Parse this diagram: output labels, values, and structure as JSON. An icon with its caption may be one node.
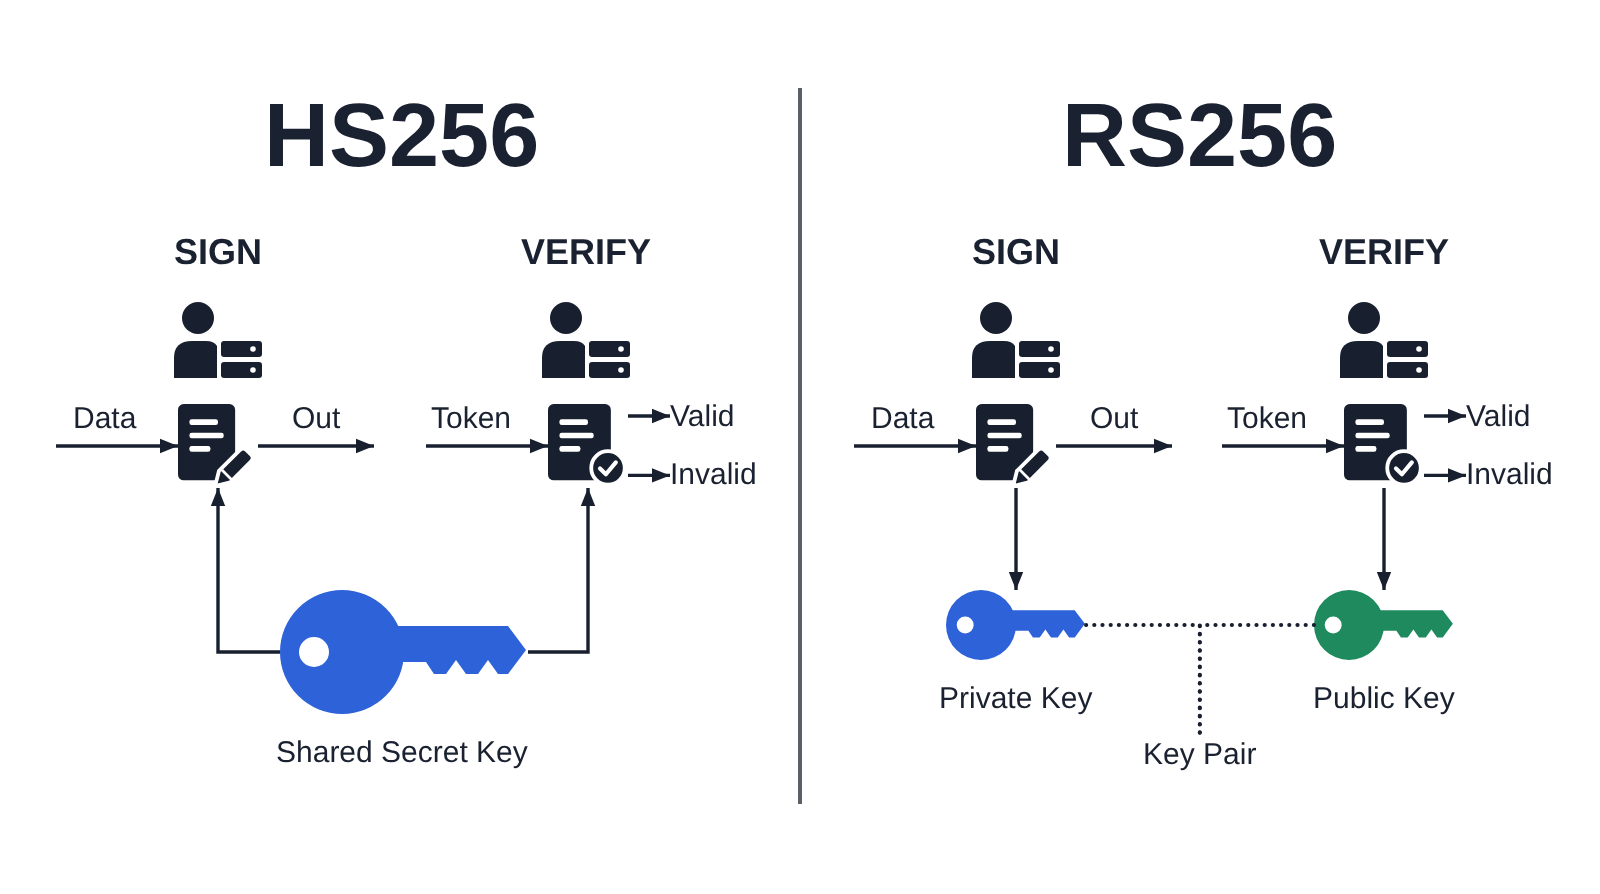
{
  "diagram": {
    "nodes": [
      {
        "text": [],
        "shape": "picture",
        "beside": [
          "SIGN"
        ]
      },
      {
        "text": [],
        "shape": "picture",
        "beside": [
          "VERIFY"
        ]
      },
      {
        "text": [
          "Valid"
        ]
      },
      {
        "text": [
          "Invalid"
        ]
      },
      {
        "text": [],
        "shape": "picture",
        "beside": [
          "Shared Secret Key"
        ]
      },
      {
        "text": [],
        "shape": "picture",
        "beside": [
          "SIGN"
        ]
      },
      {
        "text": [],
        "shape": "picture",
        "beside": [
          "VERIFY"
        ]
      },
      {
        "text": [
          "Valid"
        ]
      },
      {
        "text": [
          "Invalid"
        ]
      },
      {
        "text": [],
        "shape": "picture",
        "beside": [
          "Private Key"
        ]
      },
      {
        "text": [],
        "shape": "picture",
        "beside": [
          "Public Key"
        ]
      },
      {
        "text": [
          "Key Pair"
        ]
      }
    ],
    "edges": [
      {
        "from": null,
        "to": 0,
        "arrow": "to",
        "label": "Data"
      },
      {
        "from": 0,
        "to": null,
        "arrow": "to",
        "label": "Out"
      },
      {
        "from": null,
        "to": 1,
        "arrow": "to",
        "label": "Token"
      },
      {
        "from": 1,
        "to": 2,
        "arrow": "to"
      },
      {
        "from": 1,
        "to": 3,
        "arrow": "to"
      },
      {
        "from": 4,
        "to": 0,
        "arrow": "to"
      },
      {
        "from": 4,
        "to": 1,
        "arrow": "to"
      },
      {
        "from": null,
        "to": 5,
        "arrow": "to",
        "label": "Data"
      },
      {
        "from": 5,
        "to": null,
        "arrow": "to",
        "label": "Out"
      },
      {
        "from": null,
        "to": 6,
        "arrow": "to",
        "label": "Token"
      },
      {
        "from": 6,
        "to": 7,
        "arrow": "to"
      },
      {
        "from": 6,
        "to": 8,
        "arrow": "to"
      },
      {
        "from": 5,
        "to": 9,
        "arrow": "to"
      },
      {
        "from": 6,
        "to": 10,
        "arrow": "to"
      },
      {
        "from": 9,
        "to": 11,
        "arrow": "none",
        "style": "dashed"
      },
      {
        "from": 10,
        "to": 11,
        "arrow": "none",
        "style": "dashed"
      }
    ],
    "labels": [
      "HS256",
      "RS256"
    ]
  }
}
